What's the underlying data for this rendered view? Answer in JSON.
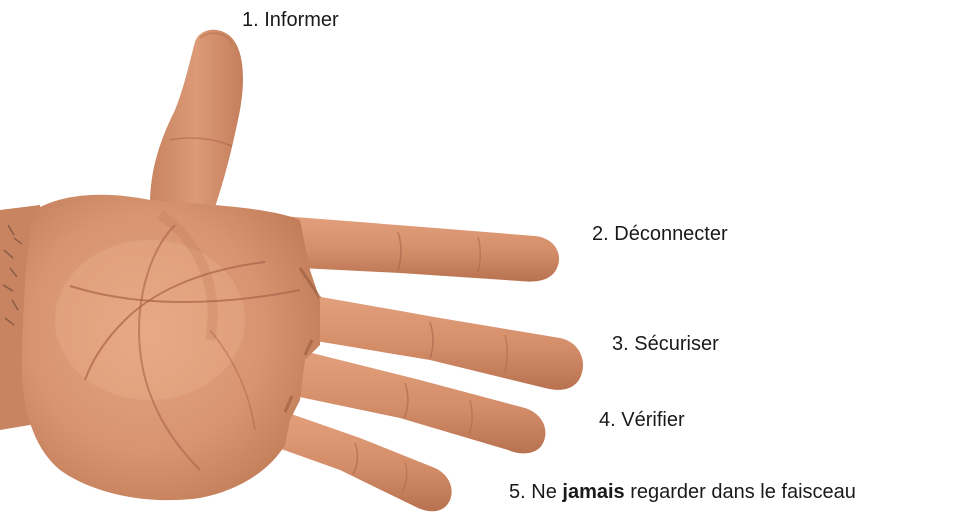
{
  "colors": {
    "background": "#ffffff",
    "skin": "#d89470",
    "skin_shadow": "#b8704f",
    "skin_light": "#e8ab87",
    "crease": "#a9634a",
    "text": "#1a1a1a"
  },
  "labels": [
    {
      "number": "1.",
      "text": "Informer"
    },
    {
      "number": "2.",
      "text": "Déconnecter"
    },
    {
      "number": "3.",
      "text": "Sécuriser"
    },
    {
      "number": "4.",
      "text": "Vérifier"
    },
    {
      "number": "5.",
      "prefix": "Ne",
      "emphasis": "jamais",
      "suffix": "regarder dans le faisceau"
    }
  ]
}
